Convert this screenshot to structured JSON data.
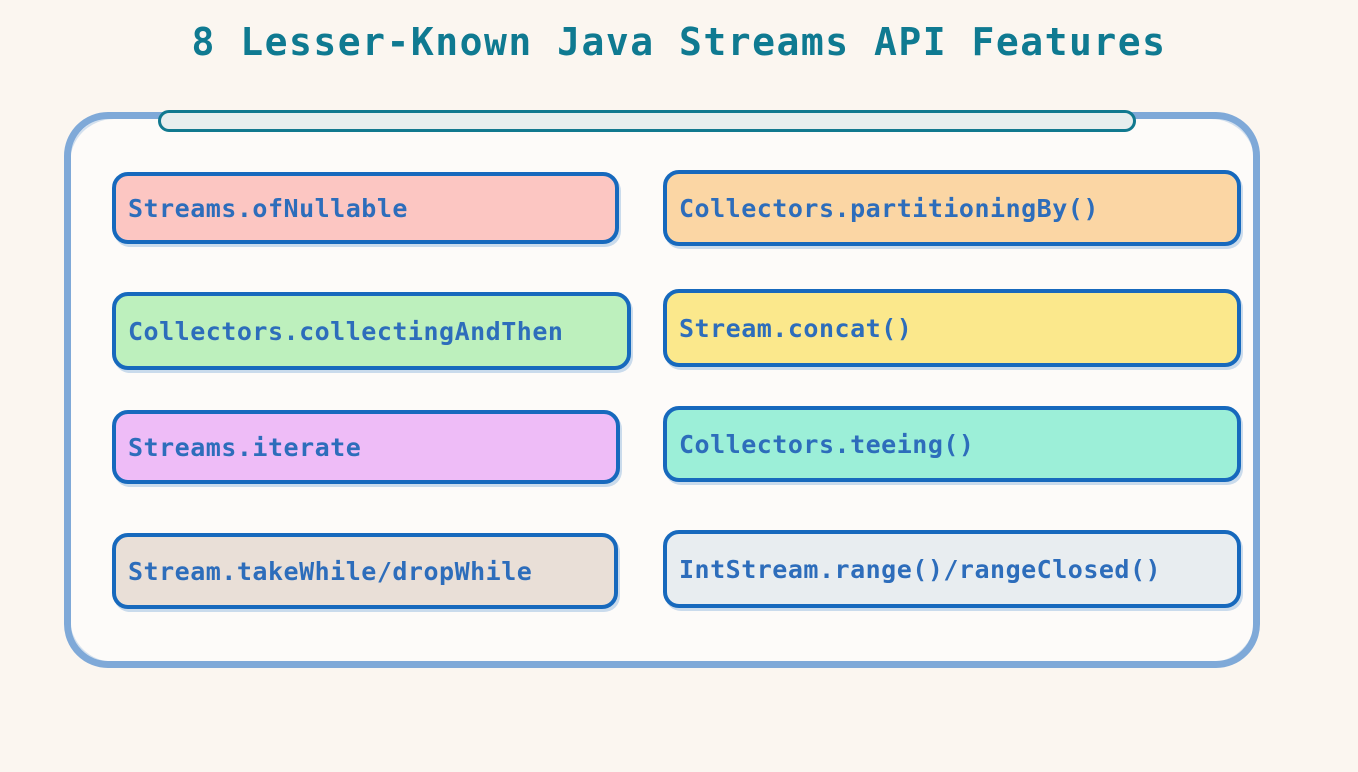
{
  "page": {
    "title": "8 Lesser-Known Java Streams API Features",
    "background_color": "#fbf6f0",
    "title_color": "#0f7a91"
  },
  "container": {
    "border_color": "#7fa9d8",
    "fill_color": "#fdfbf9"
  },
  "top_bar": {
    "border_color": "#11798f",
    "fill_color": "#e7eeee"
  },
  "card_style": {
    "border_color": "#1769bd",
    "text_color": "#2d6dbb"
  },
  "chart_data": {
    "type": "table",
    "title": "8 Lesser-Known Java Streams API Features",
    "columns": [
      "left",
      "right"
    ],
    "categories": [
      "Streams.ofNullable",
      "Collectors.partitioningBy()",
      "Collectors.collectingAndThen",
      "Stream.concat()",
      "Streams.iterate",
      "Collectors.teeing()",
      "Stream.takeWhile/dropWhile",
      "IntStream.range()/rangeClosed()"
    ]
  },
  "features": {
    "left_column": [
      {
        "label": "Streams.ofNullable",
        "fill": "#fcc6c2"
      },
      {
        "label": "Collectors.collectingAndThen",
        "fill": "#bdf0bd"
      },
      {
        "label": "Streams.iterate",
        "fill": "#eebcf7"
      },
      {
        "label": "Stream.takeWhile/dropWhile",
        "fill": "#e9dfd7"
      }
    ],
    "right_column": [
      {
        "label": "Collectors.partitioningBy()",
        "fill": "#fbd6a4"
      },
      {
        "label": "Stream.concat()",
        "fill": "#fbe88c"
      },
      {
        "label": "Collectors.teeing()",
        "fill": "#9cefd8"
      },
      {
        "label": "IntStream.range()/rangeClosed()",
        "fill": "#e8edf0"
      }
    ]
  }
}
